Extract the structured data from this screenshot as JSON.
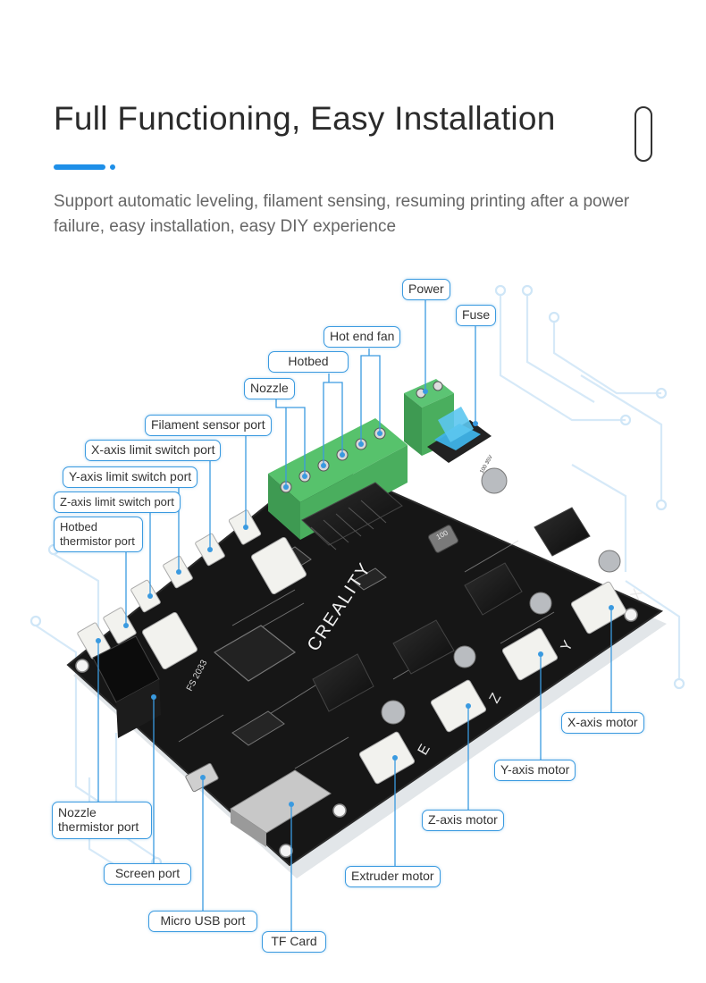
{
  "header": {
    "title": "Full Functioning, Easy Installation",
    "subtitle": "Support automatic leveling, filament sensing, resuming printing after a power failure, easy installation, easy DIY experience"
  },
  "board": {
    "brand": "CREALITY",
    "silkscreen_chip": "FS 2033",
    "inductor_code": "100",
    "capacitor_rating": "100 35V"
  },
  "labels": {
    "power": "Power",
    "fuse": "Fuse",
    "hot_end_fan": "Hot end fan",
    "hotbed": "Hotbed",
    "nozzle": "Nozzle",
    "filament_sensor_port": "Filament sensor port",
    "x_limit": "X-axis limit switch port",
    "y_limit": "Y-axis limit switch port",
    "z_limit": "Z-axis limit switch port",
    "hotbed_thermistor_l1": "Hotbed",
    "hotbed_thermistor_l2": "thermistor port",
    "nozzle_thermistor_l1": "Nozzle",
    "nozzle_thermistor_l2": "thermistor port",
    "screen_port": "Screen port",
    "micro_usb": "Micro USB port",
    "tf_card": "TF Card",
    "extruder_motor": "Extruder motor",
    "z_motor": "Z-axis motor",
    "y_motor": "Y-axis motor",
    "x_motor": "X-axis motor"
  },
  "colors": {
    "accent": "#1e8fe8",
    "label_border": "#3a9ae0",
    "board": "#161616",
    "terminal": "#4fb865",
    "fuse": "#3fb3e8"
  }
}
